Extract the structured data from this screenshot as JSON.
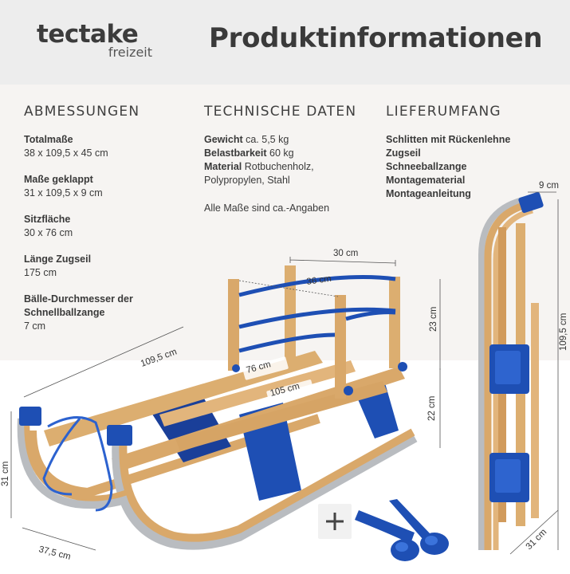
{
  "brand": {
    "name": "tectake",
    "sub": "freizeit"
  },
  "header": {
    "title": "Produktinformationen"
  },
  "dimensions": {
    "heading": "ABMESSUNGEN",
    "items": [
      {
        "label": "Totalmaße",
        "value": "38 x 109,5 x 45 cm"
      },
      {
        "label": "Maße geklappt",
        "value": "31 x 109,5 x 9 cm"
      },
      {
        "label": "Sitzfläche",
        "value": "30 x 76 cm"
      },
      {
        "label": "Länge Zugseil",
        "value": "175 cm"
      },
      {
        "label": "Bälle-Durchmesser der Schnellballzange",
        "value": "7 cm"
      }
    ]
  },
  "technical": {
    "heading": "TECHNISCHE DATEN",
    "weight_label": "Gewicht",
    "weight_value": " ca. 5,5 kg",
    "load_label": "Belastbarkeit",
    "load_value": " 60 kg",
    "material_label": "Material",
    "material_value": " Rotbuchenholz, Polypropylen, Stahl",
    "note": "Alle Maße sind ca.-Angaben"
  },
  "scope": {
    "heading": "LIEFERUMFANG",
    "items": [
      "Schlitten mit Rückenlehne",
      "Zugseil",
      "Schneeballzange",
      "Montagematerial",
      "Montageanleitung"
    ]
  },
  "measures": {
    "back_width": "30 cm",
    "back_depth": "36 cm",
    "back_height": "23 cm",
    "seat_length": "76 cm",
    "runner_inner": "105 cm",
    "total_length": "109,5 cm",
    "seat_height": "22 cm",
    "front_height": "31 cm",
    "width": "37,5 cm",
    "folded_depth": "9 cm",
    "folded_length": "109,5 cm",
    "folded_height": "31 cm"
  },
  "colors": {
    "wood": "#d9a86a",
    "plastic": "#1e4fb4",
    "metal": "#b9bcc0"
  }
}
